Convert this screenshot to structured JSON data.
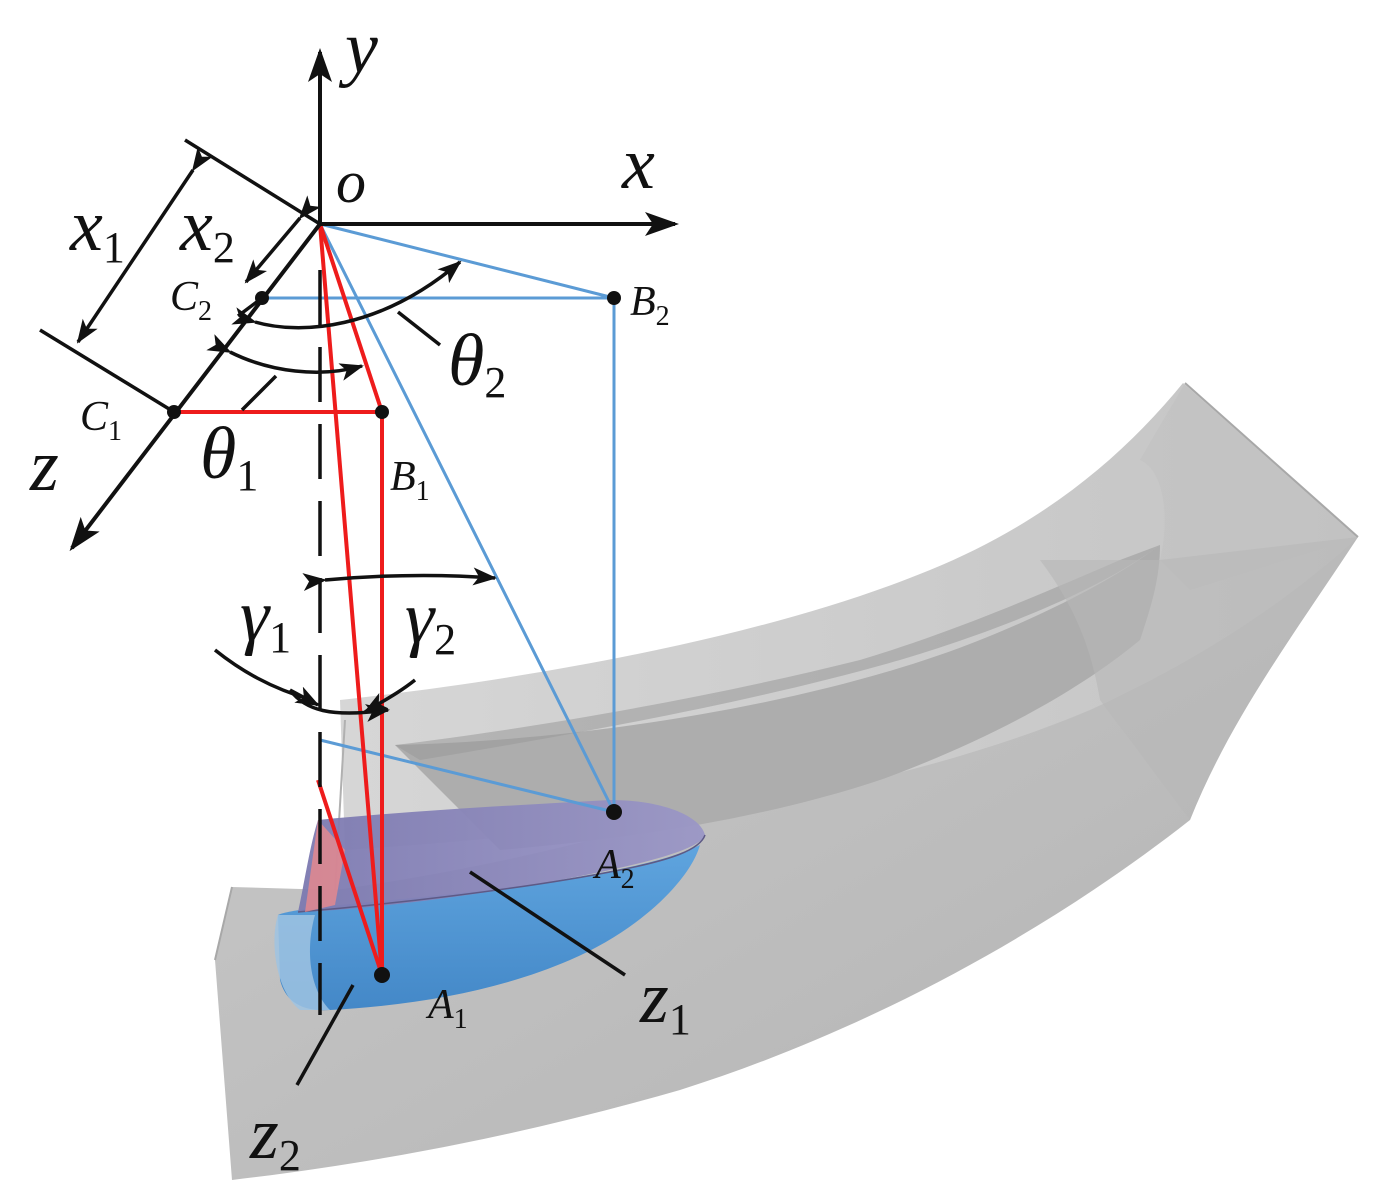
{
  "labels": {
    "y": "y",
    "x": "x",
    "o": "o",
    "z": "z",
    "x1": "x",
    "x1_sub": "1",
    "x2": "x",
    "x2_sub": "2",
    "theta1": "θ",
    "theta1_sub": "1",
    "theta2": "θ",
    "theta2_sub": "2",
    "gamma1": "γ",
    "gamma1_sub": "1",
    "gamma2": "γ",
    "gamma2_sub": "2",
    "C1": "C",
    "C1_sub": "1",
    "C2": "C",
    "C2_sub": "2",
    "B1": "B",
    "B1_sub": "1",
    "B2": "B",
    "B2_sub": "2",
    "A1": "A",
    "A1_sub": "1",
    "A2": "A",
    "A2_sub": "2",
    "z1": "z",
    "z1_sub": "1",
    "z2": "z",
    "z2_sub": "2"
  },
  "colors": {
    "red_lines": "#ee1c1c",
    "blue_lines": "#5b9bd5",
    "body_gray": "#bdbdbd",
    "surface_purple": "#8a86b8",
    "surface_blue": "#4a94d4",
    "ink": "#111111"
  }
}
